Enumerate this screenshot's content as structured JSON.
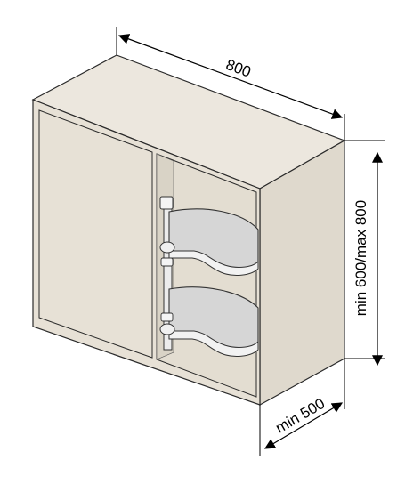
{
  "dimensions": {
    "width_label": "800",
    "height_label": "min 600/max 800",
    "depth_label": "min 500"
  },
  "colors": {
    "cabinet": "#e7e1d6",
    "cabinet_side": "#dfd9cd",
    "cabinet_top": "#ece7de",
    "outline": "#2b2b2b",
    "shelf": "#d6d6d6",
    "shelf_rim": "#f2f2f2"
  }
}
